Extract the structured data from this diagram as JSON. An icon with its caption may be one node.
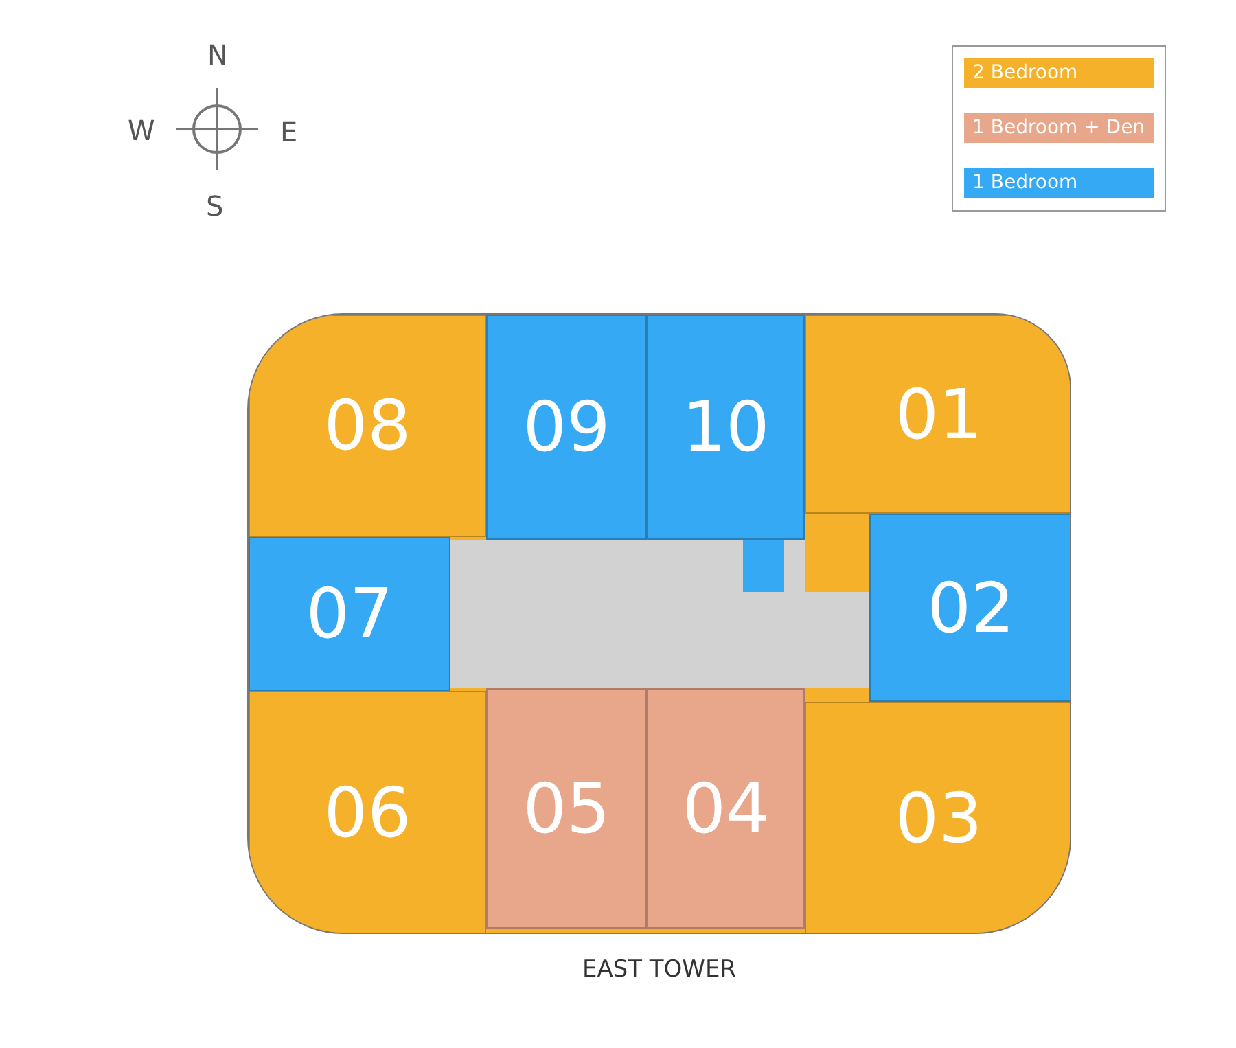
{
  "diagram": {
    "caption": "EAST TOWER",
    "nodes": [
      {
        "text": [
          "08"
        ]
      },
      {
        "text": [
          "09"
        ]
      },
      {
        "text": [
          "10"
        ]
      },
      {
        "text": [
          "01"
        ]
      },
      {
        "text": [
          "07"
        ]
      },
      {
        "text": [
          "02"
        ]
      },
      {
        "text": [
          "06"
        ]
      },
      {
        "text": [
          "05"
        ]
      },
      {
        "text": [
          "04"
        ]
      },
      {
        "text": [
          "03"
        ]
      },
      {
        "text": [],
        "shape": "box"
      }
    ],
    "labels": [
      "N",
      "W",
      "E",
      "S"
    ],
    "legend": [
      {
        "text": "2 Bedroom",
        "color": "#f5b12a"
      },
      {
        "text": "1 Bedroom + Den",
        "color": "#e8a68b"
      },
      {
        "text": "1 Bedroom",
        "color": "#36a9f4"
      }
    ]
  }
}
